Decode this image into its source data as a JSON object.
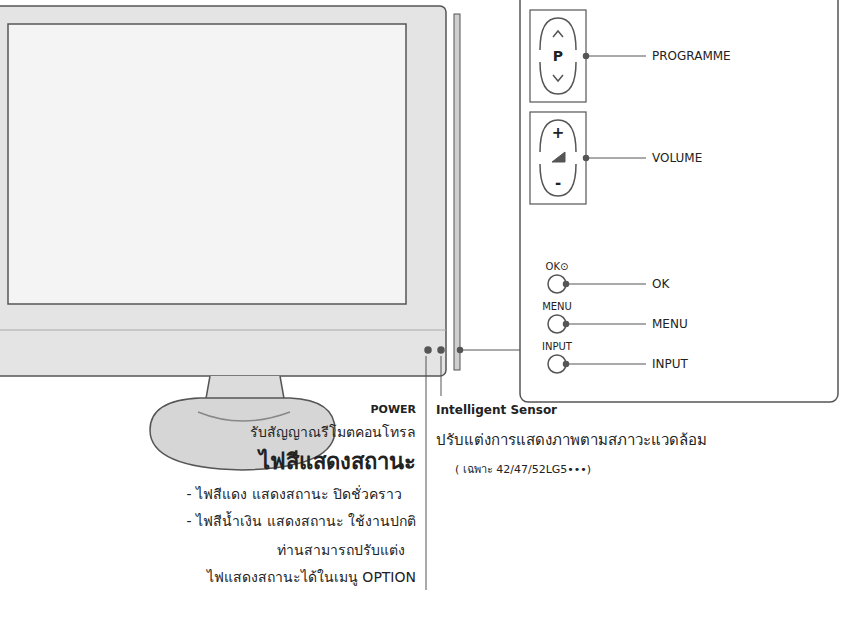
{
  "diagram": {
    "labels": [
      "P",
      "+",
      "-",
      "OK⊙",
      "MENU",
      "INPUT",
      "PROGRAMME",
      "VOLUME",
      "OK",
      "MENU",
      "INPUT",
      "POWER",
      "รับสัญญาณรีโมตคอนโทรล",
      "ไฟสีแสดงสถานะ",
      "- ไฟสีแดง แสดงสถานะ ปิดชั่วคราว",
      "- ไฟสีน้ำเงิน แสดงสถานะ ใช้งานปกติ",
      "ท่านสามารถปรับแต่ง",
      "ไฟแสดงสถานะได้ในเมนู OPTION",
      "Intelligent Sensor",
      "ปรับแต่งการแสดงภาพตามสภาวะแวดล้อม",
      "( เฉพาะ 42/47/52LG5•••)"
    ]
  }
}
